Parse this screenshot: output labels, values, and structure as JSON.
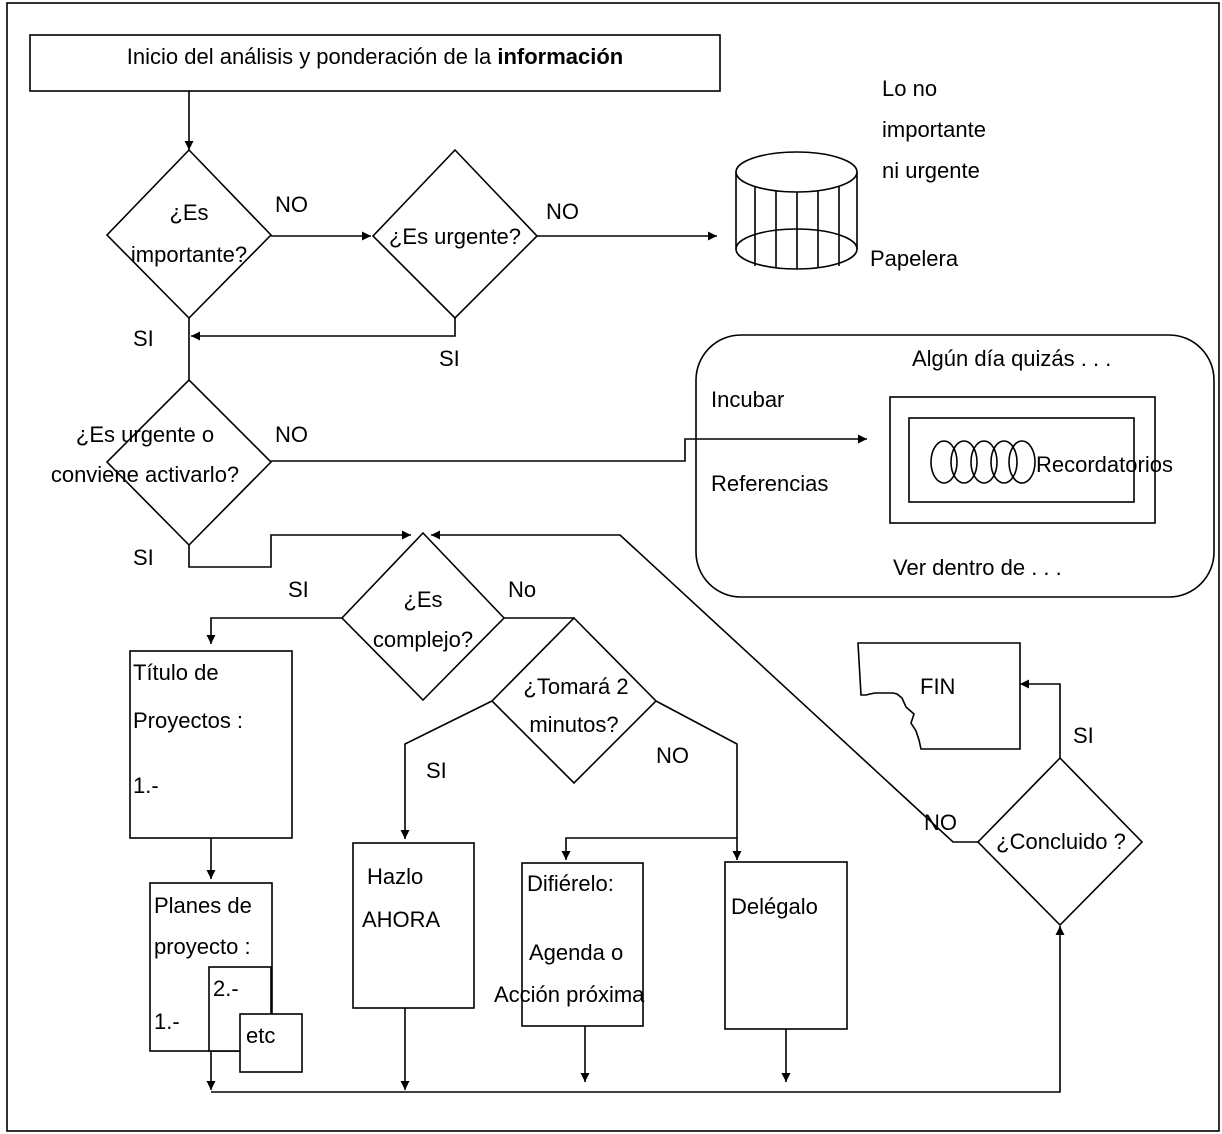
{
  "start": {
    "text": "Inicio del análisis y ponderación de la ",
    "bold": "información"
  },
  "decision_importante": {
    "line1": "¿Es",
    "line2": "importante?"
  },
  "decision_urgente": {
    "text": "¿Es urgente?"
  },
  "decision_activar": {
    "line1": "¿Es urgente o",
    "line2": "conviene activarlo?"
  },
  "decision_complejo": {
    "line1": "¿Es",
    "line2": "complejo?"
  },
  "decision_dos_minutos": {
    "line1": "¿Tomará 2",
    "line2": "minutos?"
  },
  "decision_concluido": {
    "text": "¿Concluido ?"
  },
  "trash": {
    "note_lines": [
      "Lo no",
      "importante",
      "ni urgente"
    ],
    "label": "Papelera"
  },
  "incubate": {
    "top": "Algún día quizás . . .",
    "incubar": "Incubar",
    "referencias": "Referencias",
    "recordatorios": "Recordatorios",
    "bottom": "Ver dentro de . . ."
  },
  "boxes": {
    "titulo": [
      "Título de",
      "Proyectos :",
      "1.-"
    ],
    "planes": [
      "Planes de",
      "proyecto :",
      "1.-"
    ],
    "planes_two": "2.-",
    "planes_etc": "etc",
    "hazlo": [
      "Hazlo",
      "AHORA"
    ],
    "difierelo": [
      "Difiérelo:",
      "Agenda o",
      "Acción próxima"
    ],
    "delegalo": "Delégalo"
  },
  "end": {
    "text": "FIN"
  },
  "labels": {
    "no": "NO",
    "si": "SI",
    "no_lower": "No"
  }
}
